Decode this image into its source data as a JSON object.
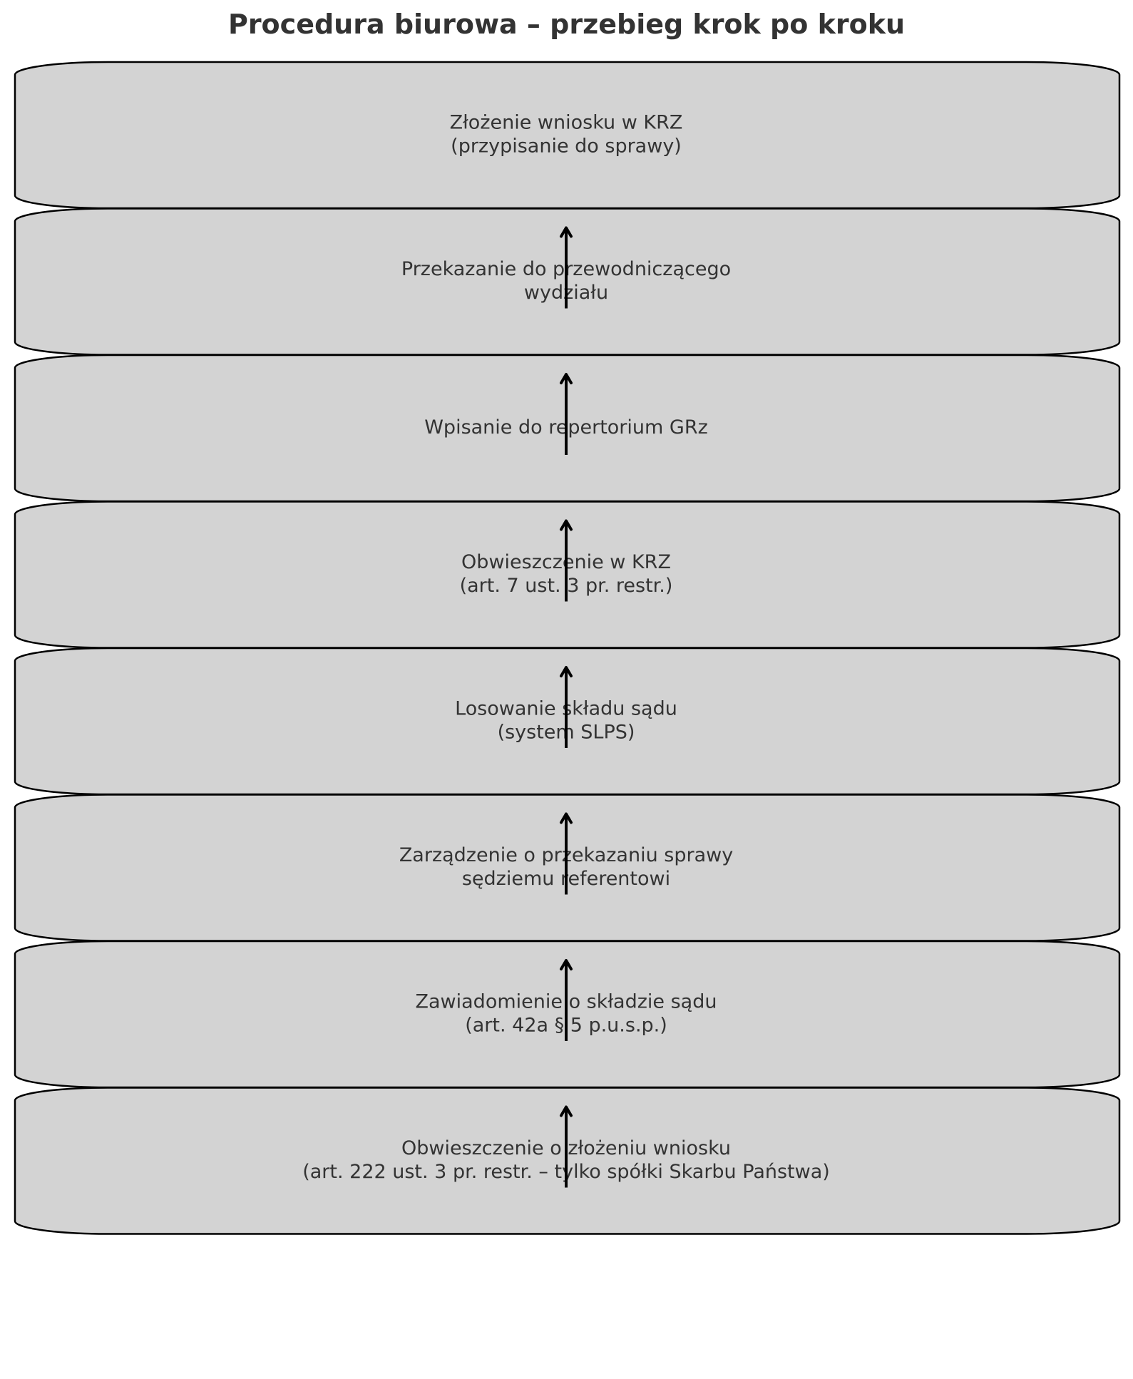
{
  "title": "Procedura biurowa – przebieg krok po kroku",
  "steps": [
    {
      "lines": [
        "Złożenie wniosku w KRZ",
        "(przypisanie do sprawy)"
      ]
    },
    {
      "lines": [
        "Przekazanie do przewodniczącego",
        "wydziału"
      ]
    },
    {
      "lines": [
        "Wpisanie do repertorium GRz"
      ]
    },
    {
      "lines": [
        "Obwieszczenie w KRZ",
        "(art. 7 ust. 3 pr. restr.)"
      ]
    },
    {
      "lines": [
        "Losowanie składu sądu",
        "(system SLPS)"
      ]
    },
    {
      "lines": [
        "Zarządzenie o przekazaniu sprawy",
        "sędziemu referentowi"
      ]
    },
    {
      "lines": [
        "Zawiadomienie o składzie sądu",
        "(art. 42a § 5 p.u.s.p.)"
      ]
    },
    {
      "lines": [
        "Obwieszczenie o złożeniu wniosku",
        "(art. 222 ust. 3 pr. restr. – tylko spółki Skarbu Państwa)"
      ]
    }
  ],
  "colors": {
    "box_fill": "#d3d3d3",
    "box_stroke": "#000000",
    "text": "#333333",
    "arrow": "#000000"
  }
}
